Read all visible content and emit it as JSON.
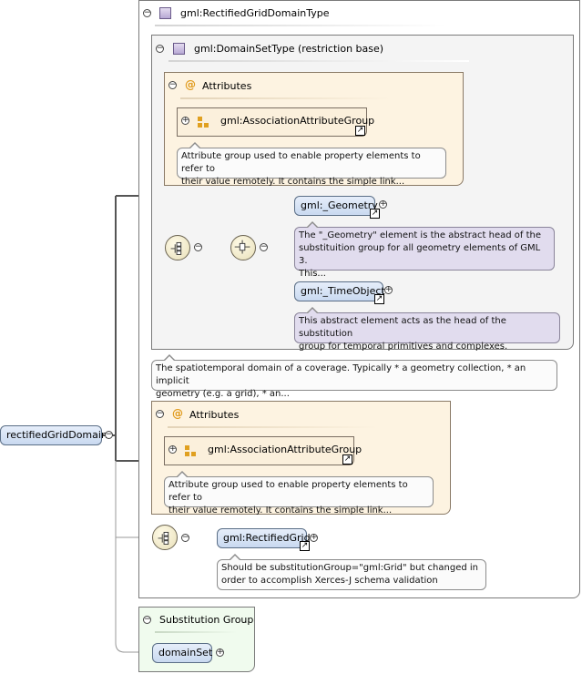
{
  "root": {
    "label": "rectifiedGridDomain"
  },
  "complex_type": {
    "title": "gml:RectifiedGridDomainType"
  },
  "base_type": {
    "title": "gml:DomainSetType (restriction base)"
  },
  "base_attributes": {
    "title": "Attributes",
    "group_label": "gml:AssociationAttributeGroup",
    "note": [
      "Attribute group used to enable property elements to refer to",
      "their value remotely. It contains the simple link..."
    ]
  },
  "choice": {
    "geometry": {
      "label": "gml:_Geometry",
      "note": [
        "The \"_Geometry\" element is the abstract head of the",
        "substituition group for all geometry elements of GML 3.",
        "This..."
      ]
    },
    "time_object": {
      "label": "gml:_TimeObject",
      "note": [
        "This abstract element acts as the head of the substitution",
        "group for temporal primitives and complexes."
      ]
    }
  },
  "domain_note": [
    "The spatiotemporal domain of a coverage. Typically * a geometry collection, * an implicit",
    "geometry (e.g. a grid), * an..."
  ],
  "attributes": {
    "title": "Attributes",
    "group_label": "gml:AssociationAttributeGroup",
    "note": [
      "Attribute group used to enable property elements to refer to",
      "their value remotely. It contains the simple link..."
    ]
  },
  "rectified": {
    "label": "gml:RectifiedGrid",
    "note": [
      "Should be substitutionGroup=\"gml:Grid\" but changed in",
      "order to accomplish Xerces-J schema validation"
    ]
  },
  "substitution": {
    "title": "Substitution Group",
    "item": "domainSet"
  },
  "colors": {
    "element_fill": "#c9d9f0",
    "attribute_fill": "#fdf3e1",
    "note_purple": "#e1dcee",
    "substitution_fill": "#f0fbee"
  }
}
